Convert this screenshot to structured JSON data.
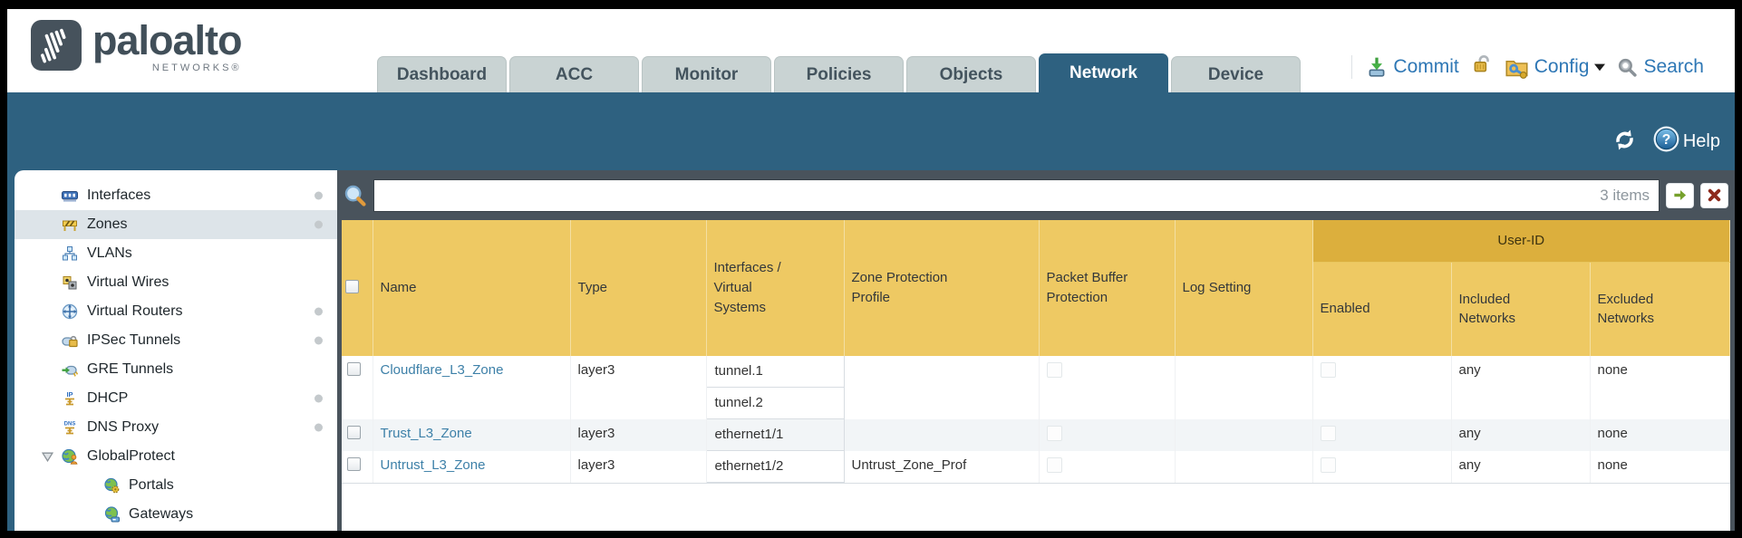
{
  "brand": {
    "logo_text": "paloalto",
    "logo_sub": "NETWORKS®"
  },
  "tabs": [
    {
      "label": "Dashboard"
    },
    {
      "label": "ACC"
    },
    {
      "label": "Monitor"
    },
    {
      "label": "Policies"
    },
    {
      "label": "Objects"
    },
    {
      "label": "Network",
      "active": true
    },
    {
      "label": "Device"
    }
  ],
  "header_actions": {
    "commit_label": "Commit",
    "config_label": "Config",
    "search_label": "Search"
  },
  "banner": {
    "help_label": "Help"
  },
  "toolbar": {
    "search_value": "",
    "items_count": "3 items"
  },
  "sidebar": {
    "items": [
      {
        "label": "Interfaces",
        "dot": true
      },
      {
        "label": "Zones",
        "dot": true,
        "selected": true
      },
      {
        "label": "VLANs",
        "dot": false
      },
      {
        "label": "Virtual Wires",
        "dot": false
      },
      {
        "label": "Virtual Routers",
        "dot": true
      },
      {
        "label": "IPSec Tunnels",
        "dot": true
      },
      {
        "label": "GRE Tunnels",
        "dot": false
      },
      {
        "label": "DHCP",
        "dot": true
      },
      {
        "label": "DNS Proxy",
        "dot": true
      },
      {
        "label": "GlobalProtect",
        "dot": false,
        "expanded": true
      },
      {
        "label": "Portals",
        "dot": false,
        "child": true
      },
      {
        "label": "Gateways",
        "dot": false,
        "child": true
      }
    ]
  },
  "table": {
    "group_header": "User-ID",
    "columns": {
      "name": "Name",
      "type": "Type",
      "interfaces": "Interfaces / Virtual Systems",
      "zone_protection": "Zone Protection Profile",
      "packet_buffer": "Packet Buffer Protection",
      "log_setting": "Log Setting",
      "enabled": "Enabled",
      "included": "Included Networks",
      "excluded": "Excluded Networks"
    },
    "rows": [
      {
        "name": "Cloudflare_L3_Zone",
        "type": "layer3",
        "interfaces": [
          "tunnel.1",
          "tunnel.2"
        ],
        "zone_protection": "",
        "log_setting": "",
        "included": "any",
        "excluded": "none"
      },
      {
        "name": "Trust_L3_Zone",
        "type": "layer3",
        "interfaces": [
          "ethernet1/1"
        ],
        "zone_protection": "",
        "log_setting": "",
        "included": "any",
        "excluded": "none"
      },
      {
        "name": "Untrust_L3_Zone",
        "type": "layer3",
        "interfaces": [
          "ethernet1/2"
        ],
        "zone_protection": "Untrust_Zone_Prof",
        "log_setting": "",
        "included": "any",
        "excluded": "none"
      }
    ]
  },
  "colors": {
    "teal_band": "#2e6180",
    "toolbar_slate": "#49535c",
    "header_gold": "#eec963",
    "user_id_gold": "#dcaf3d",
    "zone_link_blue": "#3d80a8",
    "action_text_blue": "#2e77b5"
  }
}
